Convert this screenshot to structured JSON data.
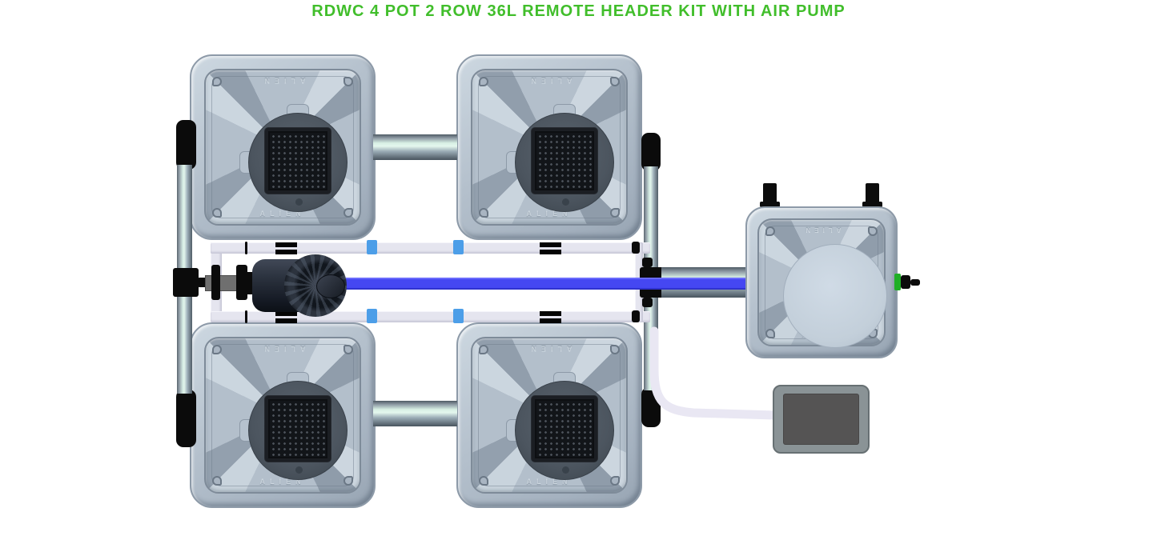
{
  "title": {
    "text": "RDWC 4 POT 2 ROW 36L REMOTE HEADER KIT WITH AIR PUMP"
  },
  "brand": {
    "name": "ALIEN"
  },
  "colors": {
    "title_green": "#41BE2B",
    "pump_pipe_blue": "#4547F2",
    "bulkhead_fitting_blue": "#4C9EE8",
    "header_valve_green": "#1FAF26",
    "pot_body_gray": "#B7C3CF",
    "net_pot_mesh_dark": "#121519",
    "return_pipe_white": "#E5E5EF",
    "silver_pipe_mint": "#D8F0E5",
    "air_hose_white": "#E9E7F3",
    "air_pump_gray": "#8A9396",
    "fitting_black": "#0B0B0B"
  },
  "components": {
    "pots": [
      {
        "id": "pot-top-left"
      },
      {
        "id": "pot-top-right"
      },
      {
        "id": "pot-bottom-left"
      },
      {
        "id": "pot-bottom-right"
      }
    ],
    "header_tank": {
      "id": "remote-header-tank"
    },
    "water_pump": {
      "id": "water-pump"
    },
    "drain_valve": {
      "id": "drain-valve"
    },
    "air_pump": {
      "id": "air-pump"
    },
    "pot_count": 4,
    "row_count": 2,
    "pot_volume": "36L"
  }
}
